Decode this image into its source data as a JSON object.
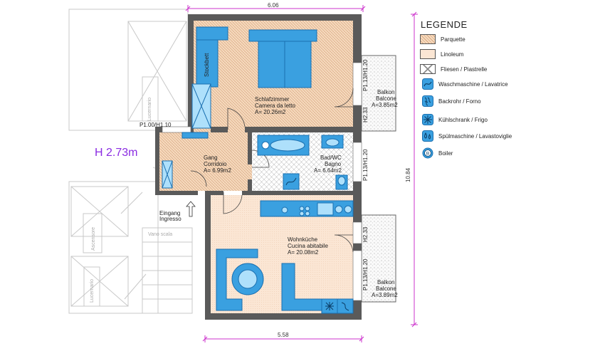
{
  "colors": {
    "wall": "#555555",
    "furniture": "#3aa0e0",
    "furniture_dark": "#1a6fb0",
    "dimension": "#cc33cc",
    "height_label": "#8a2be2"
  },
  "dimensions": {
    "top_width": "6.06",
    "bottom_width": "5.58",
    "right_height": "10.84"
  },
  "ceiling_height": "H 2.73m",
  "rooms": {
    "bedroom": {
      "name_de": "Schlafzimmer",
      "name_it": "Camera da letto",
      "area": "A= 20.26m2"
    },
    "hall": {
      "name_de": "Gang",
      "name_it": "Corridoio",
      "area": "A= 6.99m2"
    },
    "bath": {
      "name_de": "Bad/WC",
      "name_it": "Bagno",
      "area": "A= 6.64m2"
    },
    "kitchen": {
      "name_de": "Wohnküche",
      "name_it": "Cucina abitabile",
      "area": "A= 20.08m2"
    },
    "balcony_top": {
      "name_de": "Balkon",
      "name_it": "Balcone",
      "area": "A=3.85m2"
    },
    "balcony_bottom": {
      "name_de": "Balkon",
      "name_it": "Balcone",
      "area": "A=3.89m2"
    }
  },
  "labels": {
    "bunk_bed": "Stockbett",
    "entrance_de": "Eingang",
    "entrance_it": "Ingresso",
    "stairwell": "Vano scala",
    "elevator": "Ascensore",
    "skylight": "Lucernario"
  },
  "window_marks": {
    "w1": "P1.00/H1.10",
    "w2": "P1.13/H1.20",
    "w3": "H2.33",
    "w4": "P1.13/H1.20",
    "w5": "H2.33",
    "w6": "P1.13/H1.20"
  },
  "legend": {
    "title": "LEGENDE",
    "items": [
      {
        "label": "Parquette",
        "icon": "parquet-swatch"
      },
      {
        "label": "Linoleum",
        "icon": "linoleum-swatch"
      },
      {
        "label": "Fliesen / Piastrelle",
        "icon": "tile-swatch"
      },
      {
        "label": "Waschmaschine / Lavatrice",
        "icon": "washing-machine-icon"
      },
      {
        "label": "Backrohr / Forno",
        "icon": "oven-icon"
      },
      {
        "label": "Kühlschrank / Frigo",
        "icon": "fridge-icon"
      },
      {
        "label": "Spülmaschine / Lavastoviglie",
        "icon": "dishwasher-icon"
      },
      {
        "label": "Boiler",
        "icon": "boiler-icon"
      }
    ]
  }
}
